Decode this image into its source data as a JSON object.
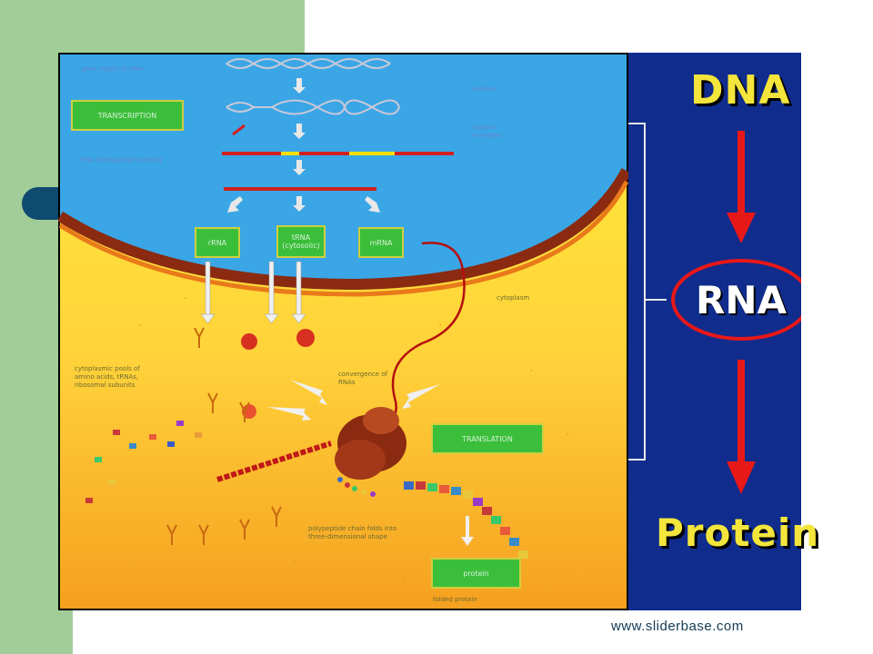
{
  "diagram": {
    "central_dogma": {
      "dna_label": "DNA",
      "rna_label": "RNA",
      "protein_label": "Protein"
    },
    "cell_boxes": {
      "transcription": "TRANSCRIPTION",
      "rrna": "rRNA",
      "trna": "tRNA (cytosolic)",
      "mrna": "mRNA",
      "translation": "TRANSLATION",
      "protein": "protein"
    },
    "small_labels": {
      "gene_region": "gene region of DNA",
      "nucleus": "nucleus",
      "rna_processing": "RNA transport/processing",
      "nuclear_envelope": "nuclear envelope",
      "cytoplasm": "cytoplasm",
      "cytoplasmic_pools": "cytoplasmic pools of amino acids, tRNAs, ribosomal subunits",
      "convergence": "convergence of RNAs",
      "polypeptide": "polypeptide chain folds into three-dimensional shape",
      "folded_protein": "folded protein"
    },
    "colors": {
      "nucleus": "#3aa6e6",
      "cytoplasm": "#ffe24a",
      "panel": "#102c8c",
      "label_yellow": "#f3e53b",
      "arrow_red": "#e81818",
      "ellipse_red": "#e81818"
    }
  },
  "footer": {
    "url": "www.sliderbase.com"
  }
}
